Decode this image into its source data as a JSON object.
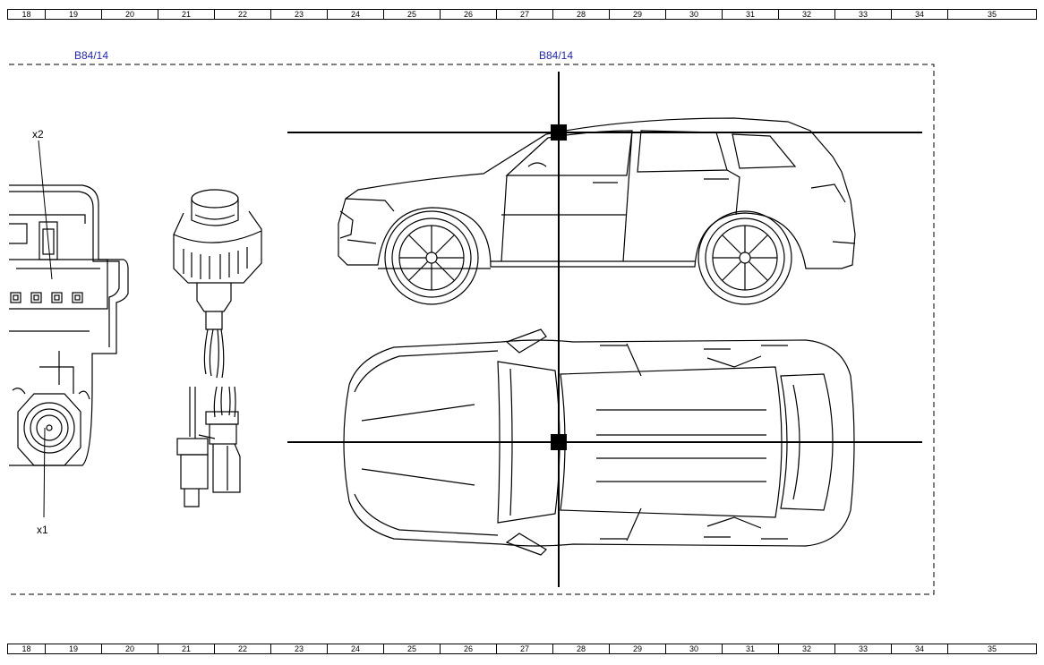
{
  "ruler": {
    "labels": [
      "18",
      "19",
      "20",
      "21",
      "22",
      "23",
      "24",
      "25",
      "26",
      "27",
      "28",
      "29",
      "30",
      "31",
      "32",
      "33",
      "34",
      "35"
    ]
  },
  "references": {
    "left": "B84/14",
    "right": "B84/14"
  },
  "callouts": {
    "x2": "x2",
    "x1": "x1"
  },
  "colors": {
    "reference_text": "#1f24c8",
    "line": "#000000"
  }
}
